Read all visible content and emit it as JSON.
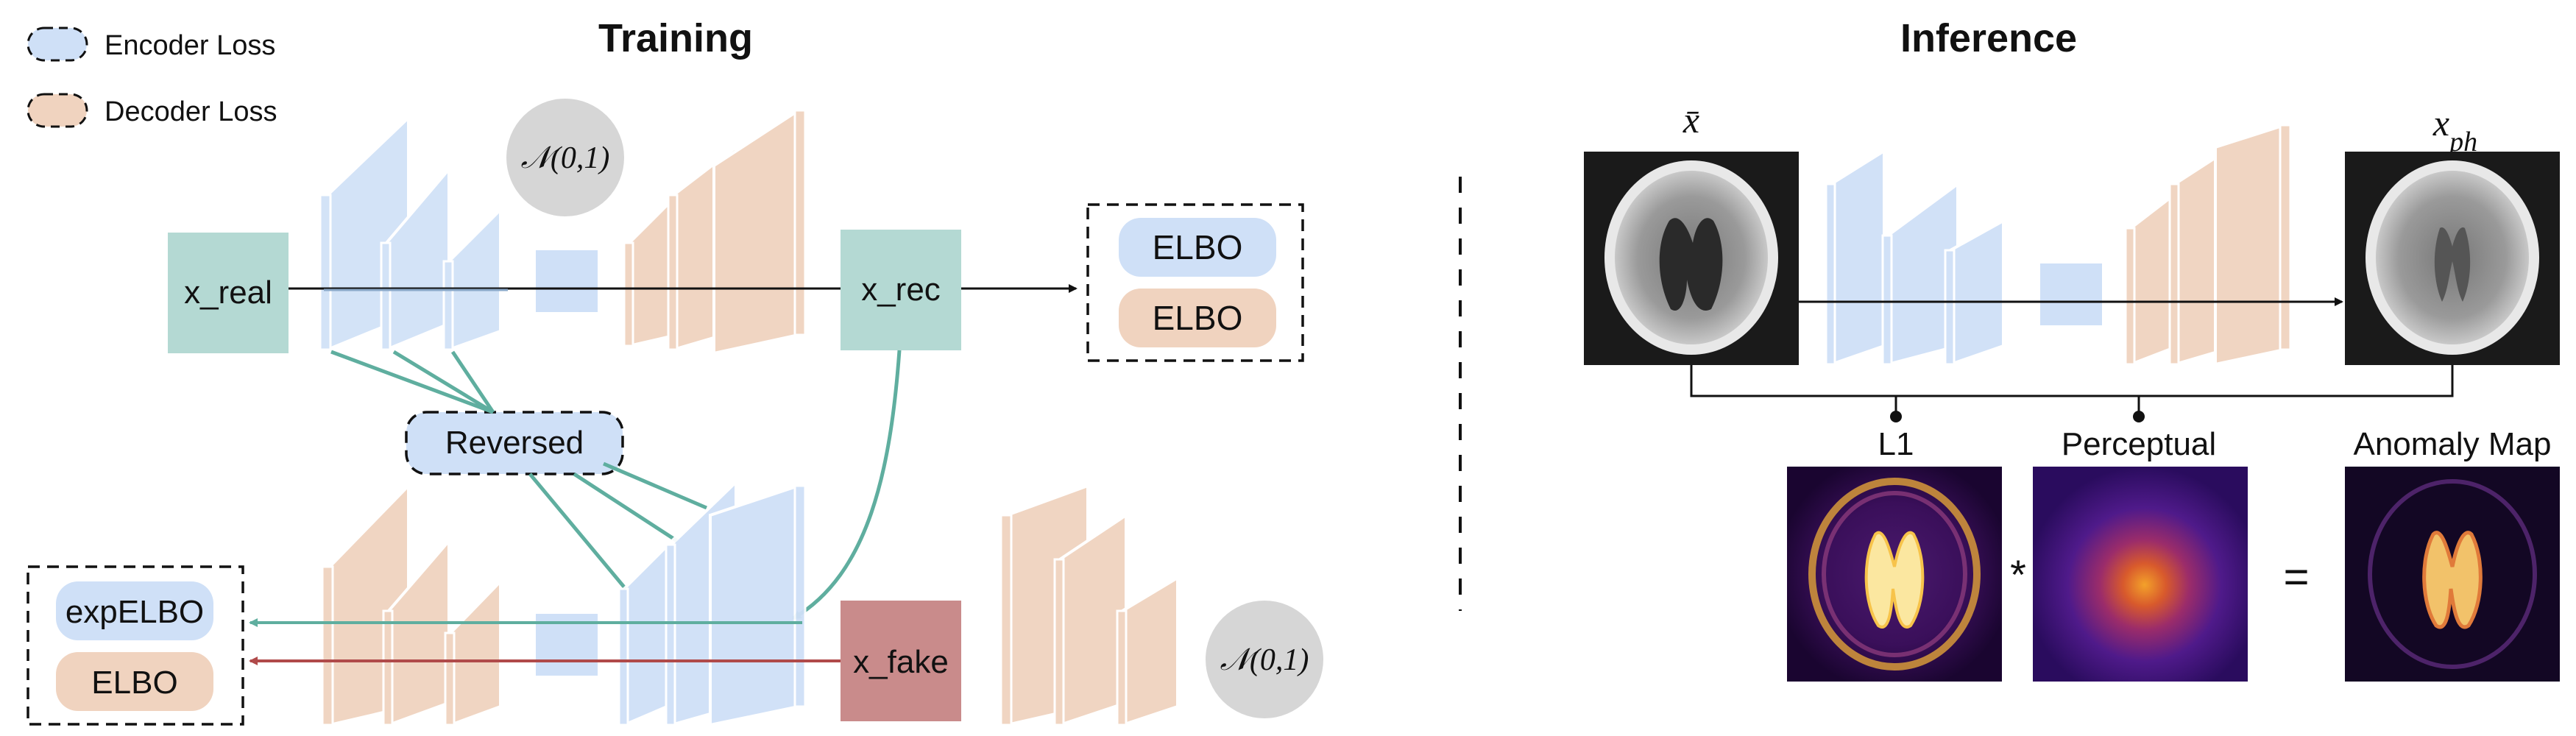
{
  "legend": {
    "encoder_loss": "Encoder Loss",
    "decoder_loss": "Decoder Loss"
  },
  "training": {
    "title": "Training",
    "x_real": "x_real",
    "x_rec": "x_rec",
    "x_fake": "x_fake",
    "prior_top": "𝒩(0,1)",
    "prior_bottom": "𝒩(0,1)",
    "elbo_enc": "ELBO",
    "elbo_dec": "ELBO",
    "reversed": "Reversed",
    "expelbo": "expELBO",
    "elbo_bottom": "ELBO"
  },
  "inference": {
    "title": "Inference",
    "x_bar": "x̄",
    "x_ph": "x",
    "x_ph_sub": "ph",
    "l1": "L1",
    "perceptual": "Perceptual",
    "anomaly_map": "Anomaly Map",
    "multiply": "*",
    "equals": "="
  },
  "colors": {
    "encoder": "#cfe0f7",
    "decoder": "#f0d3bf",
    "teal": "#b4d9d3",
    "teal_line": "#5fae9f",
    "red_box": "#c98b8b",
    "red_line": "#b04a4a",
    "gray_circle": "#d6d6d6"
  }
}
